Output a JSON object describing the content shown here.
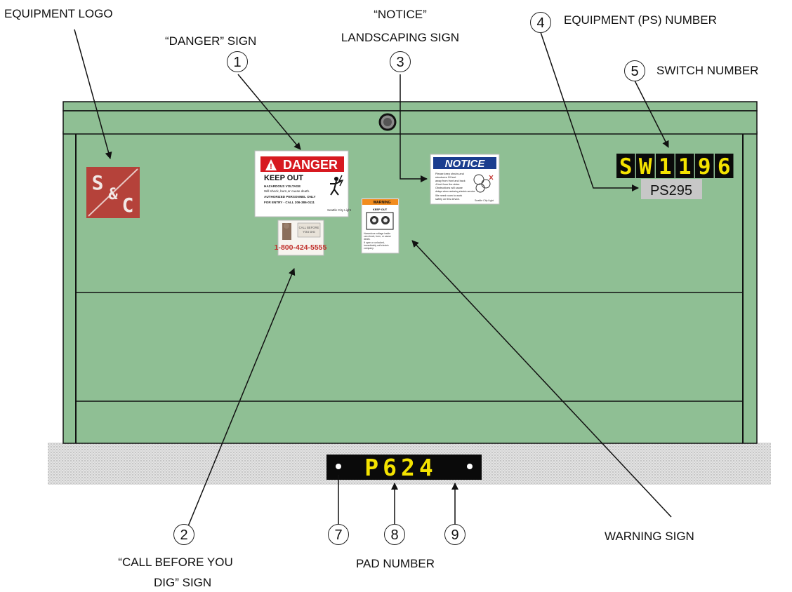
{
  "labels": {
    "equipment_logo": "EQUIPMENT LOGO",
    "danger_sign_line": "“DANGER” SIGN",
    "notice_line1": "“NOTICE”",
    "notice_line2": "LANDSCAPING SIGN",
    "equipment_number": "EQUIPMENT (PS) NUMBER",
    "switch_number": "SWITCH NUMBER",
    "call_before_line1": "“CALL BEFORE YOU",
    "call_before_line2": "DIG” SIGN",
    "pad_number": "PAD NUMBER",
    "warning_sign": "WARNING  SIGN"
  },
  "callouts": [
    "1",
    "2",
    "3",
    "4",
    "5",
    "7",
    "8",
    "9"
  ],
  "switch_plate": {
    "chars": [
      "S",
      "W",
      "1",
      "1",
      "9",
      "6"
    ],
    "text_color": "#f4e300",
    "bg_color": "#0a0a0a"
  },
  "ps_plate": {
    "text": "PS295",
    "bg_color": "#c7c7c7"
  },
  "pad_plate": {
    "text": "P624",
    "text_color": "#f4e300",
    "bg_color": "#0a0a0a"
  },
  "danger_sign": {
    "header": "DANGER",
    "title": "KEEP OUT",
    "line1": "HAZARDOUS VOLTAGE",
    "line2": "Will shock, burn,or cause death.",
    "line3": "AUTHORIZED PERSONNEL ONLY",
    "line4": "FOR ENTRY - CALL 206-386-0111",
    "brand": "Seattle City Light",
    "header_color": "#d71920"
  },
  "notice_sign": {
    "header": "NOTICE",
    "body": [
      "Please keep shrubs and",
      "structures 10 feet",
      "away from front and back",
      "4 feet from the sides",
      "Obstructions will cause",
      "delays when restoring electric service.",
      "We need room to work",
      "safely on this device."
    ],
    "brand": "Seattle City Light",
    "header_color": "#1a3d8f"
  },
  "warning_sign": {
    "header": "WARNING",
    "title": "KEEP OUT",
    "body": [
      "Hazardous voltage inside",
      "can shock, burn, or cause",
      "death.",
      "If open or unlocked,",
      "immediately call electric",
      "company."
    ],
    "header_color": "#f28c1e"
  },
  "call_sign": {
    "phone": "1-800-424-5555",
    "small": [
      "CALL BEFORE",
      "YOU DIG"
    ],
    "phone_color": "#c0302b"
  },
  "logo": {
    "text": [
      "S",
      "&",
      "C"
    ],
    "bg_color": "#b5423a"
  },
  "colors": {
    "cabinet": "#8fbf94",
    "cabinet_top": "#8ebe93",
    "outline": "#111111",
    "pad": "#d8d8d8"
  }
}
